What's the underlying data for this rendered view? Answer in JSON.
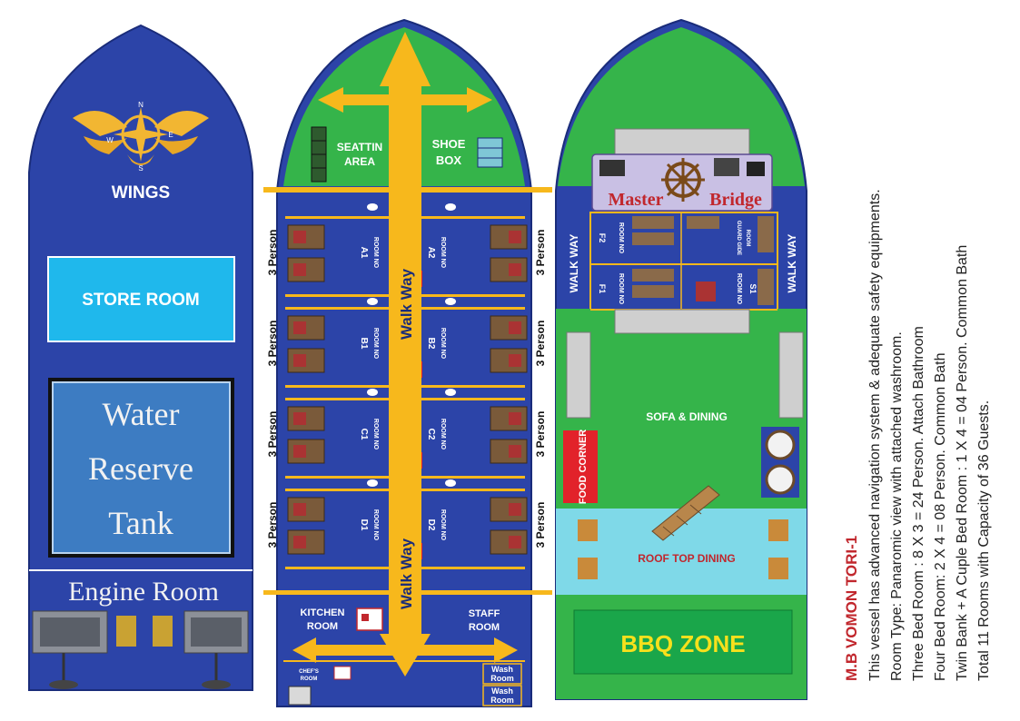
{
  "deck1": {
    "wings": "WINGS",
    "store_room": "STORE ROOM",
    "tank_line1": "Water",
    "tank_line2": "Reserve",
    "tank_line3": "Tank",
    "engine_room": "Engine Room",
    "compass_n": "N",
    "compass_s": "S",
    "compass_e": "E",
    "compass_w": "W"
  },
  "deck2": {
    "seating_l1": "SEATTIN",
    "seating_l2": "AREA",
    "shoe_l1": "SHOE",
    "shoe_l2": "BOX",
    "walkway": "Walk Way",
    "kitchen_l1": "KITCHEN",
    "kitchen_l2": "ROOM",
    "staff_l1": "STAFF",
    "staff_l2": "ROOM",
    "chefs_l1": "CHEF'S",
    "chefs_l2": "ROOM",
    "wash1": "Wash",
    "wash1b": "Room",
    "wash2": "Wash",
    "wash2b": "Room",
    "room_prefix": "ROOM NO",
    "capacity": "3 Person",
    "rooms": [
      {
        "left": "A1",
        "right": "A2"
      },
      {
        "left": "B1",
        "right": "B2"
      },
      {
        "left": "C1",
        "right": "C2"
      },
      {
        "left": "D1",
        "right": "D2"
      }
    ]
  },
  "deck3": {
    "master_bridge_l": "Master",
    "master_bridge_r": "Bridge",
    "walkway_label": "WALK WAY",
    "room_prefix": "ROOM NO",
    "room_f2": "F2",
    "room_f1": "F1",
    "room_s1": "S1",
    "guard_l1": "GUARD GIDE",
    "guard_l2": "ROOM",
    "sofa_dining": "SOFA & DINING",
    "food_corner": "FOOD CORNER",
    "roof_top": "ROOF TOP DINING",
    "bbq": "BBQ ZONE"
  },
  "info": {
    "title": "M.B VOMON TORI-1",
    "lines": [
      "This vessel has advanced navigation system & adequate safety equipments.",
      "Room Type: Panaromic view with attached washroom.",
      "Three Bed Room : 8 X 3 = 24 Person. Attach Bathroom",
      "Four Bed Room: 2 X 4 = 08 Person. Common Bath",
      "Twin Bank + A Cuple Bed Room : 1 X 4 = 04 Person. Common Bath",
      "Total 11 Rooms with Capacity of 36 Guests."
    ]
  },
  "colors": {
    "hull_blue": "#2c44a8",
    "green": "#35b44a",
    "yellow": "#f7b81c",
    "cyan": "#1fb8ec",
    "light_cyan": "#7fd9e8",
    "red": "#e2222a",
    "title_red": "#c1272d"
  }
}
